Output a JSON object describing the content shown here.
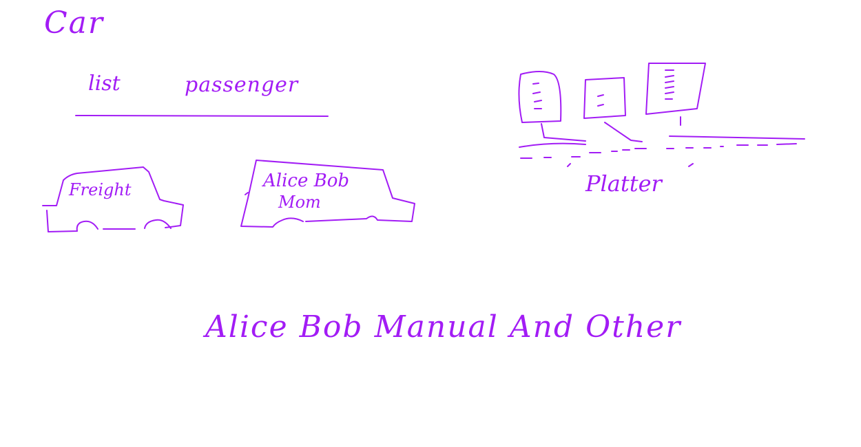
{
  "theme": {
    "ink": "#a21cf5",
    "background": "#ffffff"
  },
  "title": "Car",
  "heading": {
    "left": "list",
    "right": "passenger"
  },
  "cars": [
    {
      "text": "Freight"
    },
    {
      "line1": "Alice Bob",
      "line2": "Mom"
    }
  ],
  "platter_label": "Platter",
  "bottom_text": "Alice Bob Manual And Other"
}
